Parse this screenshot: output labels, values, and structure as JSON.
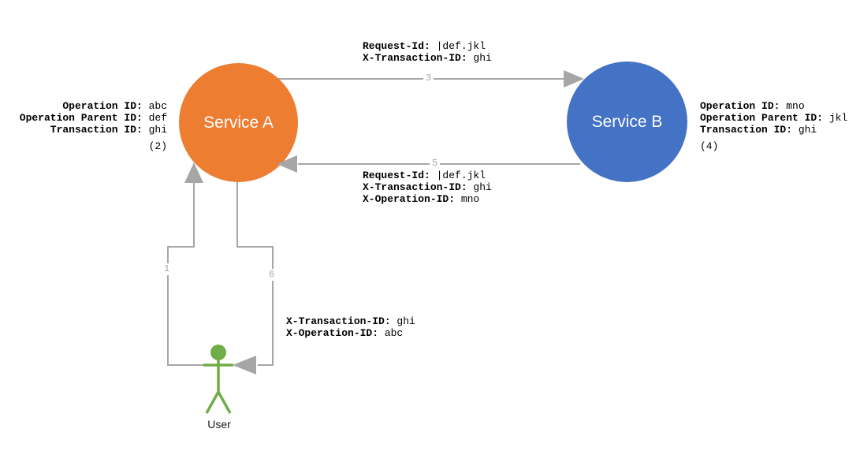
{
  "diagram": {
    "title_hint": "telemetry-correlation-flow",
    "nodes": {
      "service_a": {
        "label": "Service A",
        "color": "#ED7D31"
      },
      "service_b": {
        "label": "Service B",
        "color": "#4472C4"
      },
      "user": {
        "label": "User",
        "color": "#70AD47"
      }
    },
    "connector_color": "#A6A6A6",
    "annotations": {
      "service_a_props": {
        "lines": [
          {
            "label": "Operation ID:",
            "value": "abc"
          },
          {
            "label": "Operation Parent ID:",
            "value": "def"
          },
          {
            "label": "Transaction ID:",
            "value": "ghi"
          }
        ],
        "step_note": "(2)"
      },
      "service_b_props": {
        "lines": [
          {
            "label": "Operation ID:",
            "value": "mno"
          },
          {
            "label": "Operation Parent ID:",
            "value": "jkl"
          },
          {
            "label": "Transaction ID:",
            "value": "ghi"
          }
        ],
        "step_note": "(4)"
      },
      "request_a_to_b": {
        "step": "3",
        "lines": [
          {
            "label": "Request-Id:",
            "value": "|def.jkl"
          },
          {
            "label": "X-Transaction-ID:",
            "value": "ghi"
          }
        ]
      },
      "response_b_to_a": {
        "step": "5",
        "lines": [
          {
            "label": "Request-Id:",
            "value": "|def.jkl"
          },
          {
            "label": "X-Transaction-ID:",
            "value": "ghi"
          },
          {
            "label": "X-Operation-ID:",
            "value": "mno"
          }
        ]
      },
      "user_to_a": {
        "step_up": "1",
        "step_down": "6",
        "lines": [
          {
            "label": "X-Transaction-ID:",
            "value": "ghi"
          },
          {
            "label": "X-Operation-ID:",
            "value": "abc"
          }
        ]
      }
    }
  }
}
